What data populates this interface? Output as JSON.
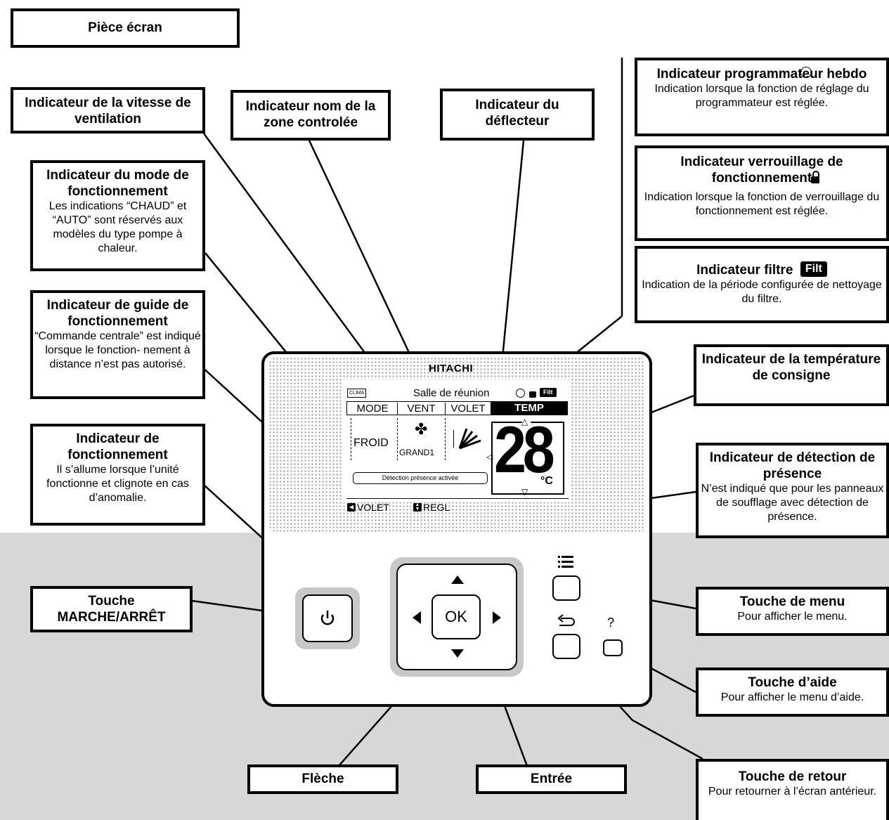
{
  "header": {
    "title": "Pièce écran"
  },
  "callouts": {
    "fan_speed": {
      "title": "Indicateur de la vitesse de ventilation"
    },
    "zone_name": {
      "title": "Indicateur nom de la zone controlée"
    },
    "deflector": {
      "title": "Indicateur du déflecteur"
    },
    "weekly_timer": {
      "title": "Indicateur programmateur hebdo",
      "desc": "Indication lorsque la fonction de réglage du programmateur est réglée."
    },
    "lock": {
      "title": "Indicateur verrouillage de fonctionnement",
      "desc": "Indication lorsque la fonction de verrouillage du fonctionnement est réglée."
    },
    "filter": {
      "title": "Indicateur filtre",
      "badge": "Filt",
      "desc": "Indication de la période configurée de nettoyage du filtre."
    },
    "mode": {
      "title": "Indicateur du mode de fonctionnement",
      "desc": "Les indications “CHAUD” et “AUTO” sont réservés aux modèles du type pompe à chaleur."
    },
    "guide": {
      "title": "Indicateur de guide de fonctionnement",
      "desc": "“Commande centrale” est indiqué lorsque le fonction- nement à distance n’est pas autorisé."
    },
    "operation": {
      "title": "Indicateur de fonctionnement",
      "desc": "Il s’allume lorsque l’unité fonctionne et clignote en cas d’anomalie."
    },
    "setpoint": {
      "title": "Indicateur de la température de consigne"
    },
    "presence": {
      "title": "Indicateur de détection de présence",
      "desc": "N’est indiqué que pour les panneaux de soufflage avec détection de présence."
    },
    "onoff": {
      "title": "Touche MARCHE/ARRÊT"
    },
    "menu_key": {
      "title": "Touche de menu",
      "desc": "Pour afficher le menu."
    },
    "help_key": {
      "title": "Touche d’aide",
      "desc": "Pour afficher le menu d’aide."
    },
    "arrow": {
      "title": "Flèche"
    },
    "enter": {
      "title": "Entrée"
    },
    "return_key": {
      "title": "Touche de retour",
      "desc": "Pour retourner à l’écran antérieur."
    }
  },
  "device": {
    "brand": "HITACHI",
    "screen": {
      "clima": "CLIMA",
      "zone": "Salle de réunion",
      "filt": "Filt",
      "tabs": [
        "MODE",
        "VENT",
        "VOLET",
        "TEMP"
      ],
      "mode_value": "FROID",
      "fan_value": "GRAND1",
      "temperature": "28",
      "unit": "°C",
      "presence_text": "Détection présence activée",
      "guide_left": "VOLET",
      "guide_right": "REGL"
    },
    "ok_label": "OK",
    "help_symbol": "?"
  },
  "colors": {
    "background_lower": "#d7d7d7",
    "speaker_dots": "#9a9a9a",
    "ink": "#000000"
  }
}
